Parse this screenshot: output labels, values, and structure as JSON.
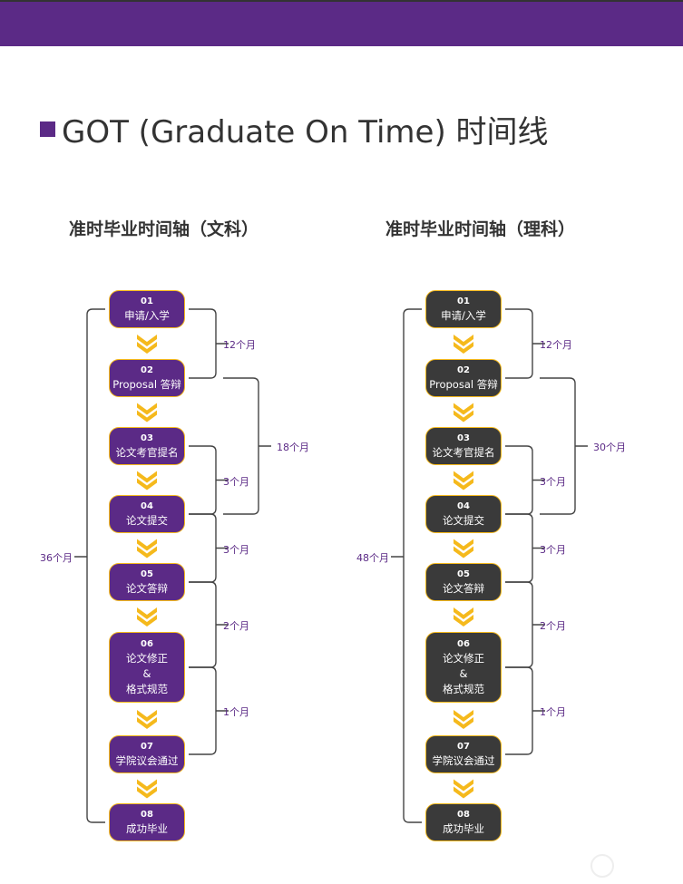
{
  "header": {
    "title": "GOT (Graduate On Time) 时间线"
  },
  "colors": {
    "purple": "#5b2a86",
    "dark": "#3a3a3a",
    "gold": "#f5b91c"
  },
  "columns": [
    {
      "title": "准时毕业时间轴（文科）",
      "box_color": "#5b2a86",
      "total": "36个月",
      "long_span": "18个月",
      "steps": [
        {
          "num": "01",
          "label": "申请/入学"
        },
        {
          "num": "02",
          "label": "Proposal 答辩"
        },
        {
          "num": "03",
          "label": "论文考官提名"
        },
        {
          "num": "04",
          "label": "论文提交"
        },
        {
          "num": "05",
          "label": "论文答辩"
        },
        {
          "num": "06",
          "label": "论文修正\n&\n格式规范"
        },
        {
          "num": "07",
          "label": "学院议会通过"
        },
        {
          "num": "08",
          "label": "成功毕业"
        }
      ],
      "intervals": [
        "12个月",
        "3个月",
        "3个月",
        "2个月",
        "1个月"
      ]
    },
    {
      "title": "准时毕业时间轴（理科）",
      "box_color": "#3a3a3a",
      "total": "48个月",
      "long_span": "30个月",
      "steps": [
        {
          "num": "01",
          "label": "申请/入学"
        },
        {
          "num": "02",
          "label": "Proposal 答辩"
        },
        {
          "num": "03",
          "label": "论文考官提名"
        },
        {
          "num": "04",
          "label": "论文提交"
        },
        {
          "num": "05",
          "label": "论文答辩"
        },
        {
          "num": "06",
          "label": "论文修正\n&\n格式规范"
        },
        {
          "num": "07",
          "label": "学院议会通过"
        },
        {
          "num": "08",
          "label": "成功毕业"
        }
      ],
      "intervals": [
        "12个月",
        "3个月",
        "3个月",
        "2个月",
        "1个月"
      ]
    }
  ]
}
